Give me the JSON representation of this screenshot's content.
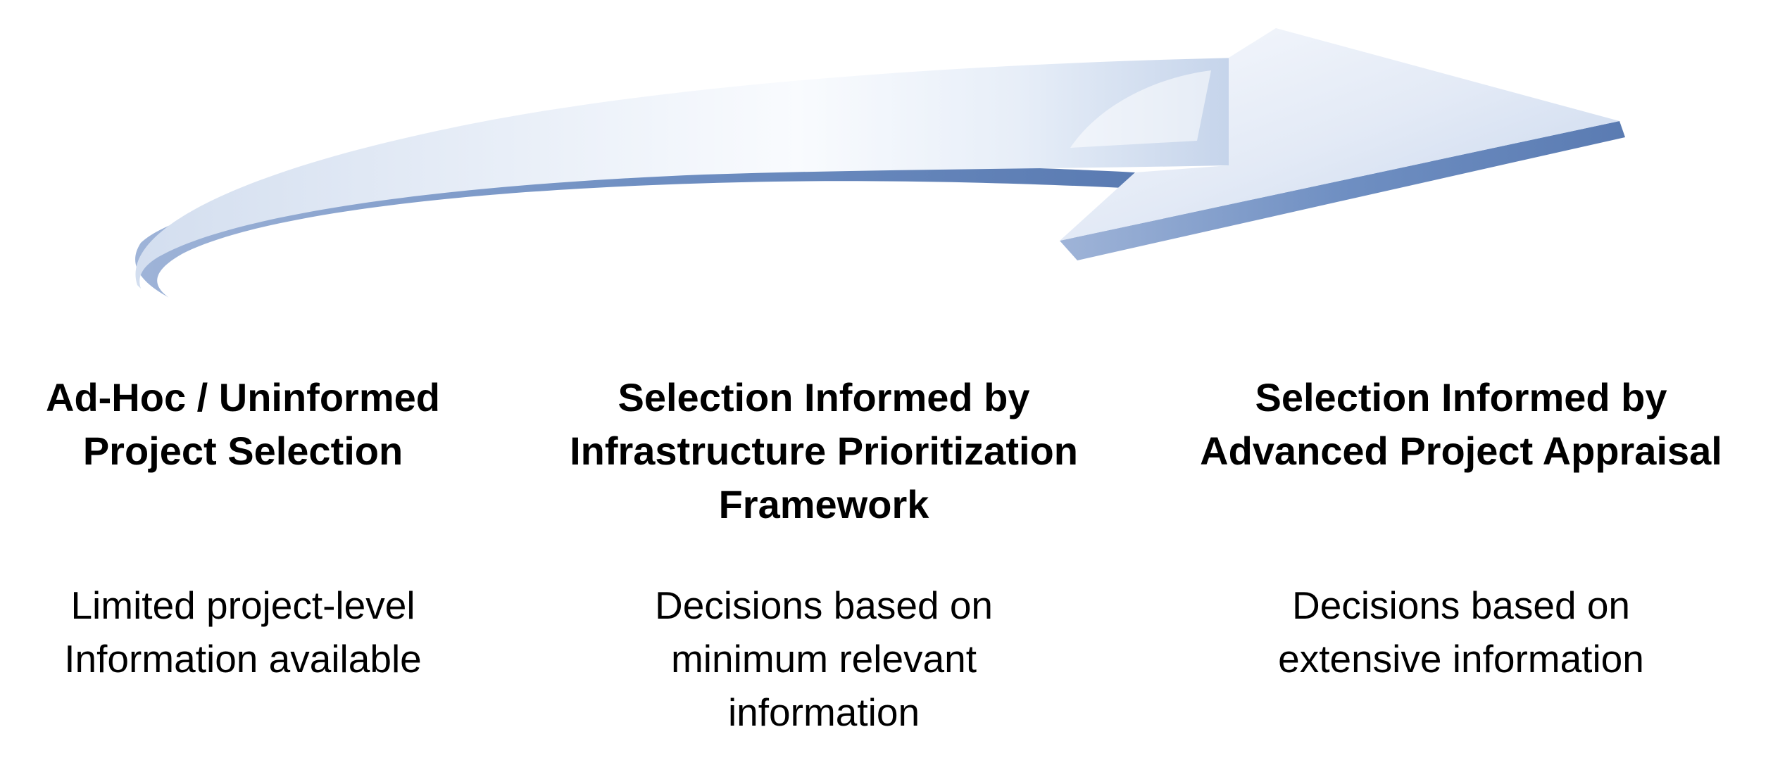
{
  "stages": [
    {
      "title": "Ad-Hoc / Uninformed\nProject Selection",
      "description": "Limited project-level\nInformation available"
    },
    {
      "title": "Selection Informed by\nInfrastructure Prioritization\nFramework",
      "description": "Decisions based on\nminimum relevant\ninformation"
    },
    {
      "title": "Selection Informed by\nAdvanced Project Appraisal",
      "description": "Decisions based on\nextensive information"
    }
  ],
  "colors": {
    "arrow_light": "#f4f7fc",
    "arrow_mid": "#c9d6ea",
    "arrow_edge": "#5f7fb5",
    "text": "#000000"
  }
}
